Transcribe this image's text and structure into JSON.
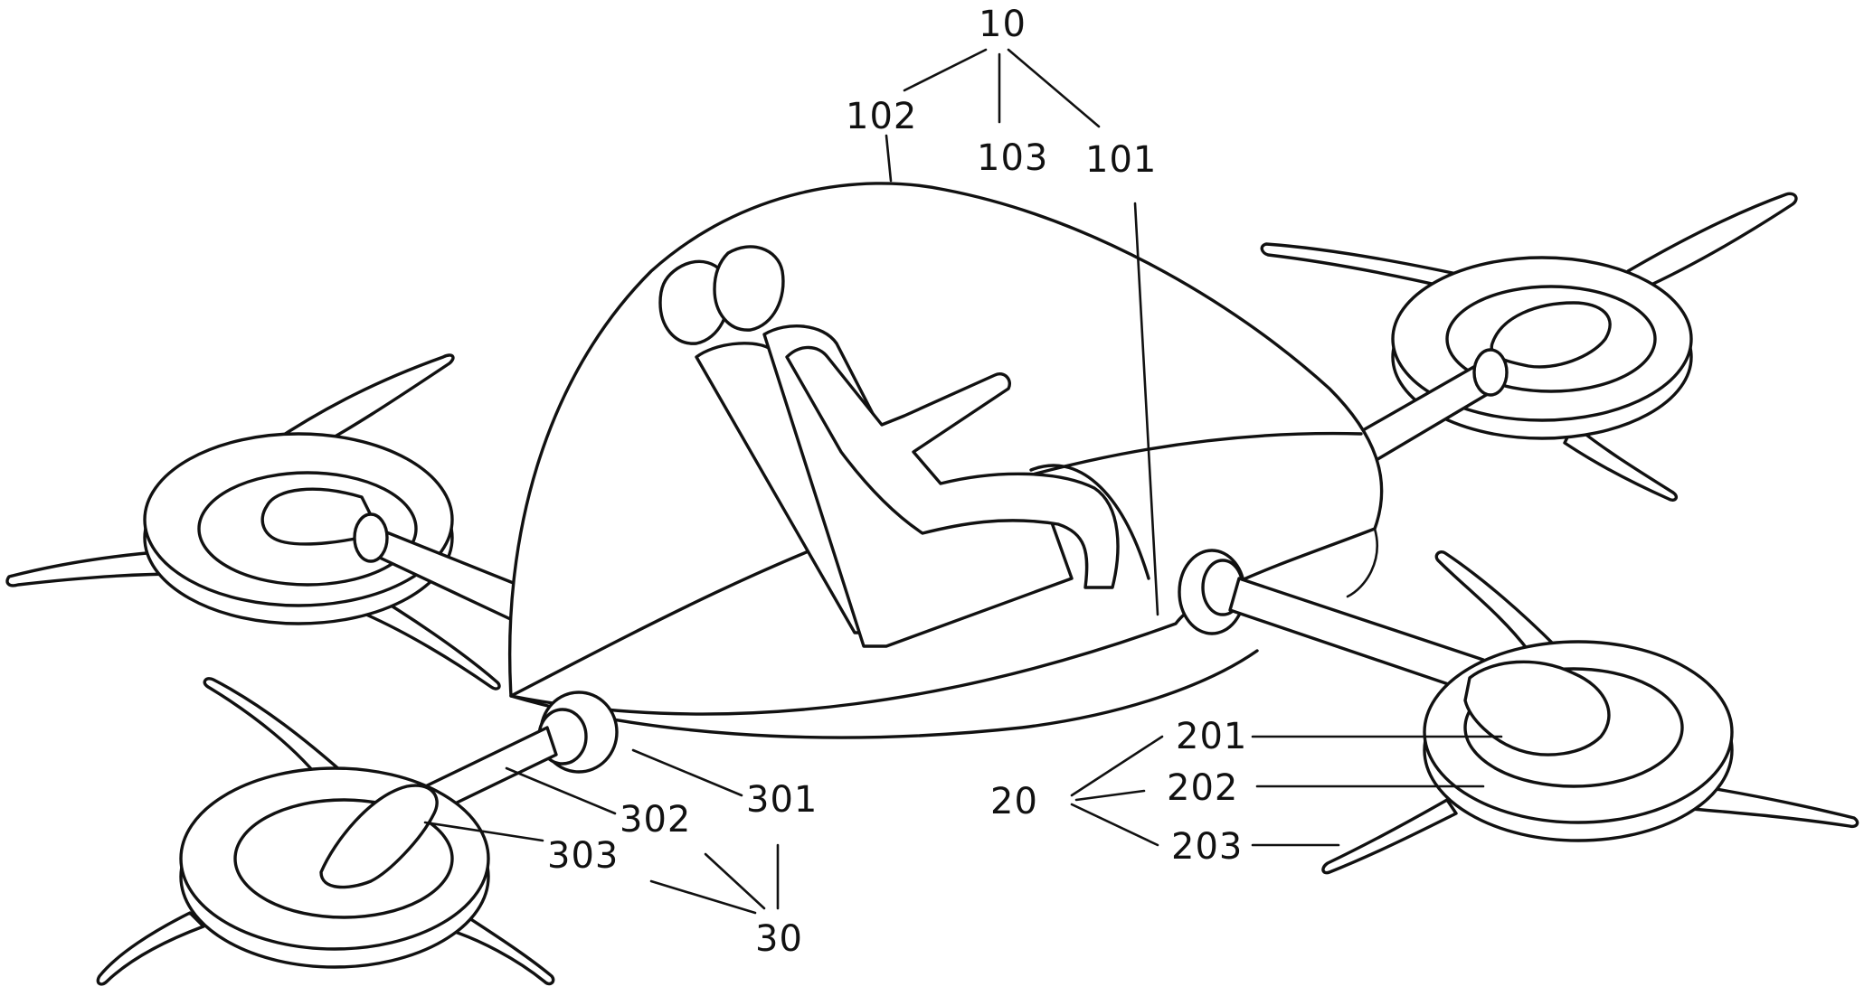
{
  "colors": {
    "ink": "#111111",
    "paper": "#ffffff"
  },
  "labels": {
    "l10": "10",
    "l102": "102",
    "l103": "103",
    "l101": "101",
    "l20": "20",
    "l201": "201",
    "l202": "202",
    "l203": "203",
    "l30": "30",
    "l301": "301",
    "l302": "302",
    "l303": "303"
  }
}
